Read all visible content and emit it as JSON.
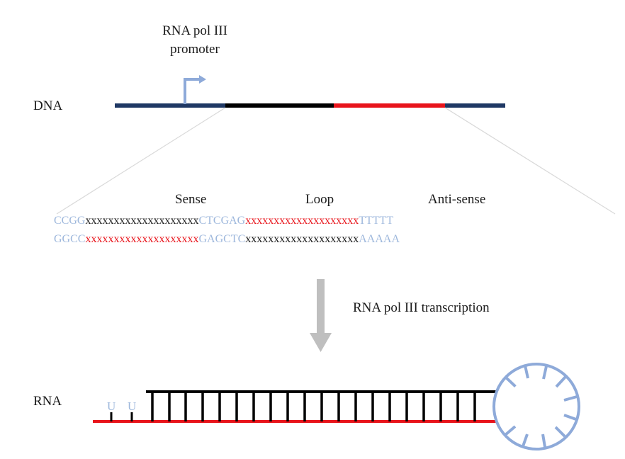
{
  "labels": {
    "promoter_line1": "RNA pol III",
    "promoter_line2": "promoter",
    "dna": "DNA",
    "rna": "RNA",
    "sense": "Sense",
    "loop": "Loop",
    "antisense": "Anti-sense",
    "transcription": "RNA pol III transcription"
  },
  "sequence": {
    "top": {
      "left_flank": "CCGG",
      "sense": "xxxxxxxxxxxxxxxxxxxx",
      "loop": "CTCGAG",
      "antisense": "xxxxxxxxxxxxxxxxxxxx",
      "right_flank": "TTTTT"
    },
    "bottom": {
      "left_flank": "GGCC",
      "sense": "xxxxxxxxxxxxxxxxxxxx",
      "loop": "GAGCTC",
      "antisense": "xxxxxxxxxxxxxxxxxxxx",
      "right_flank": "AAAAA"
    }
  },
  "overhang": [
    "U",
    "U"
  ],
  "colors": {
    "navy": "#1f3864",
    "black": "#000000",
    "red": "#e8141b",
    "lightblue": "#9db7dc",
    "arrow_gray": "#bfbfbf",
    "zoom_line": "#d9d9d9"
  }
}
